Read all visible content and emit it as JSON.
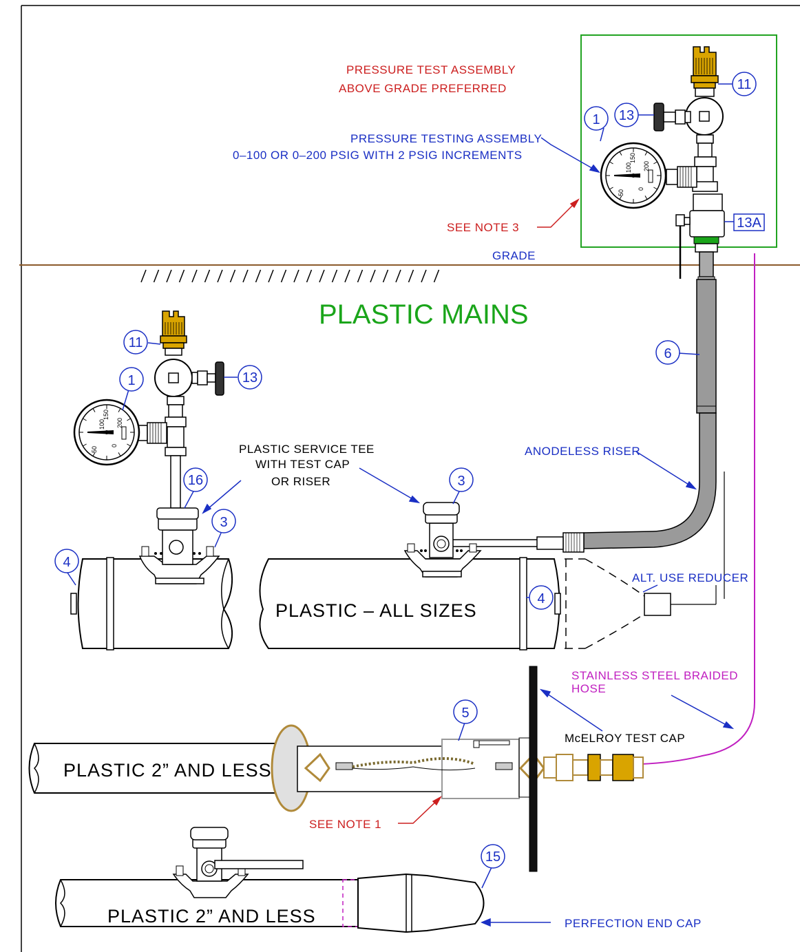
{
  "colors": {
    "red": "#cc1f1f",
    "blue": "#1a2fc4",
    "green": "#1aa51a",
    "magenta": "#c01fc0",
    "brass": "#d9a400",
    "grade": "#8b5a2b",
    "box": "#21a321"
  },
  "title": "PLASTIC MAINS",
  "labels": {
    "pta_line1": "PRESSURE TEST ASSEMBLY",
    "pta_line2": "ABOVE GRADE PREFERRED",
    "pt_line1": "PRESSURE TESTING ASSEMBLY",
    "pt_line2": "0–100 OR 0–200 PSIG WITH 2 PSIG INCREMENTS",
    "see_note_3": "SEE NOTE 3",
    "grade": "GRADE",
    "tee_line1": "PLASTIC SERVICE TEE",
    "tee_line2": "WITH TEST CAP",
    "tee_line3": "OR RISER",
    "anodeless_riser": "ANODELESS RISER",
    "alt_reducer": "ALT. USE REDUCER",
    "plastic_all_sizes": "PLASTIC – ALL SIZES",
    "hose_line1": "STAINLESS STEEL BRAIDED",
    "hose_line2": "HOSE",
    "mcelroy": "McELROY TEST CAP",
    "plastic_2_a": "PLASTIC 2” AND LESS",
    "plastic_2_b": "PLASTIC 2” AND LESS",
    "see_note_1": "SEE NOTE 1",
    "perfection": "PERFECTION END CAP"
  },
  "callouts": {
    "c1_top": "1",
    "c11_top": "11",
    "c13_top": "13",
    "c13a": "13A",
    "c6": "6",
    "c11_left": "11",
    "c13_left": "13",
    "c1_left": "1",
    "c16": "16",
    "c3_left": "3",
    "c4_left": "4",
    "c3_mid": "3",
    "c4_mid": "4",
    "c5": "5",
    "c15": "15"
  },
  "gauge": {
    "t50": "50",
    "t100": "100",
    "t150": "150",
    "t200": "200",
    "t0": "0"
  }
}
